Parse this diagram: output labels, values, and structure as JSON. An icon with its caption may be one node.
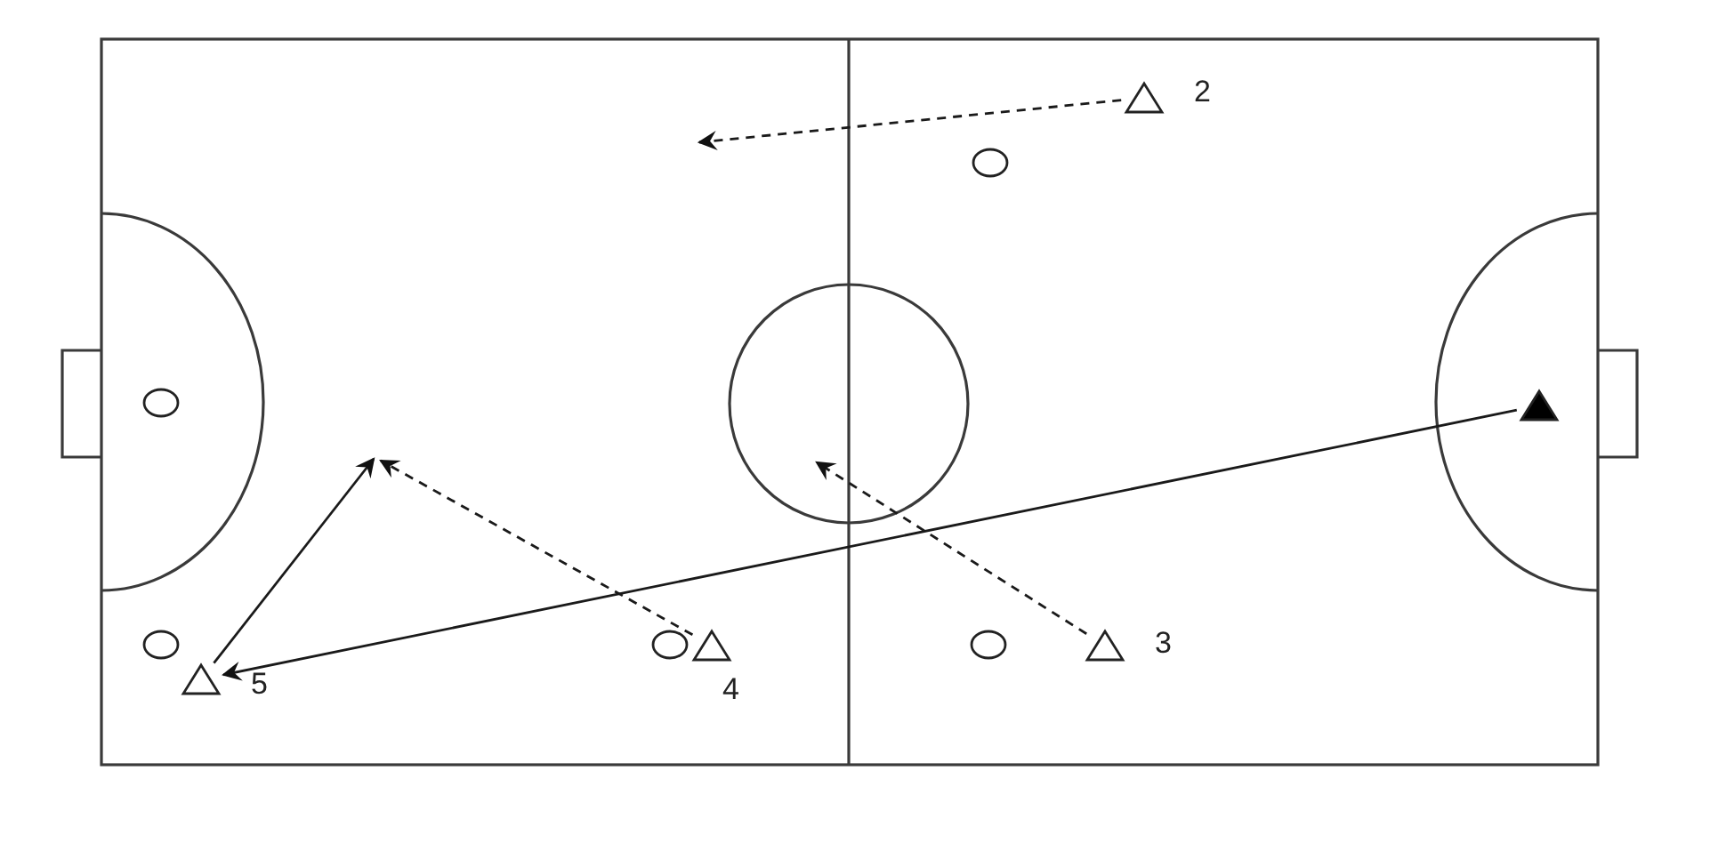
{
  "diagram": {
    "nodes": [
      {
        "text": [],
        "shape": "triangle",
        "beside": [
          "2"
        ]
      },
      {
        "text": [],
        "shape": "circle"
      },
      {
        "text": [],
        "shape": "circle"
      },
      {
        "text": [],
        "shape": "triangle"
      },
      {
        "text": [],
        "shape": "circle"
      },
      {
        "text": [],
        "shape": "circle"
      },
      {
        "text": [],
        "shape": "triangle",
        "beside": [
          "4"
        ]
      },
      {
        "text": [],
        "shape": "circle"
      },
      {
        "text": [],
        "shape": "triangle",
        "beside": [
          "3"
        ]
      },
      {
        "text": [],
        "shape": "triangle",
        "beside": [
          "5"
        ]
      }
    ],
    "edges": [
      {
        "from": 0,
        "to": null,
        "arrow": "to",
        "style": "dashed"
      },
      {
        "from": 3,
        "to": 9,
        "arrow": "to"
      },
      {
        "from": 9,
        "to": null,
        "arrow": "to"
      },
      {
        "from": 6,
        "to": null,
        "arrow": "to",
        "style": "dashed"
      },
      {
        "from": 8,
        "to": null,
        "arrow": "to",
        "style": "dashed"
      }
    ]
  }
}
